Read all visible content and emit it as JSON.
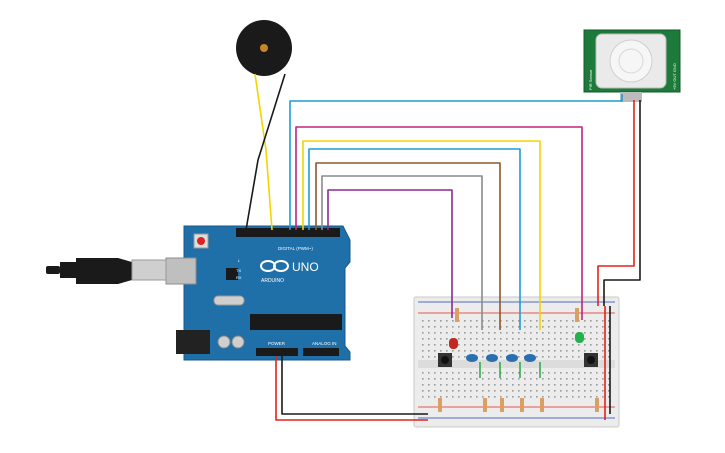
{
  "arduino": {
    "logo": "ARDUINO",
    "model": "UNO",
    "digital_label": "DIGITAL (PWM~)",
    "power_label": "POWER",
    "analog_label": "ANALOG IN",
    "tx_label": "TX",
    "rx_label": "RX",
    "l_label": "L"
  },
  "pir": {
    "label_left": "PIR Sensor",
    "label_right": "+5V OUT GND"
  },
  "colors": {
    "wire_red": "#e0241a",
    "wire_black": "#1a1a1a",
    "wire_yellow": "#f2d500",
    "wire_blue": "#1e9bd7",
    "wire_purple": "#8e2a8e",
    "wire_magenta": "#c2247c",
    "wire_brown": "#8a5a2b",
    "wire_gray": "#8a8a8a",
    "wire_green": "#1fa336",
    "board": "#1f6fa8",
    "breadboard": "#eeeeee",
    "pir_pcb": "#1d7a3a"
  }
}
